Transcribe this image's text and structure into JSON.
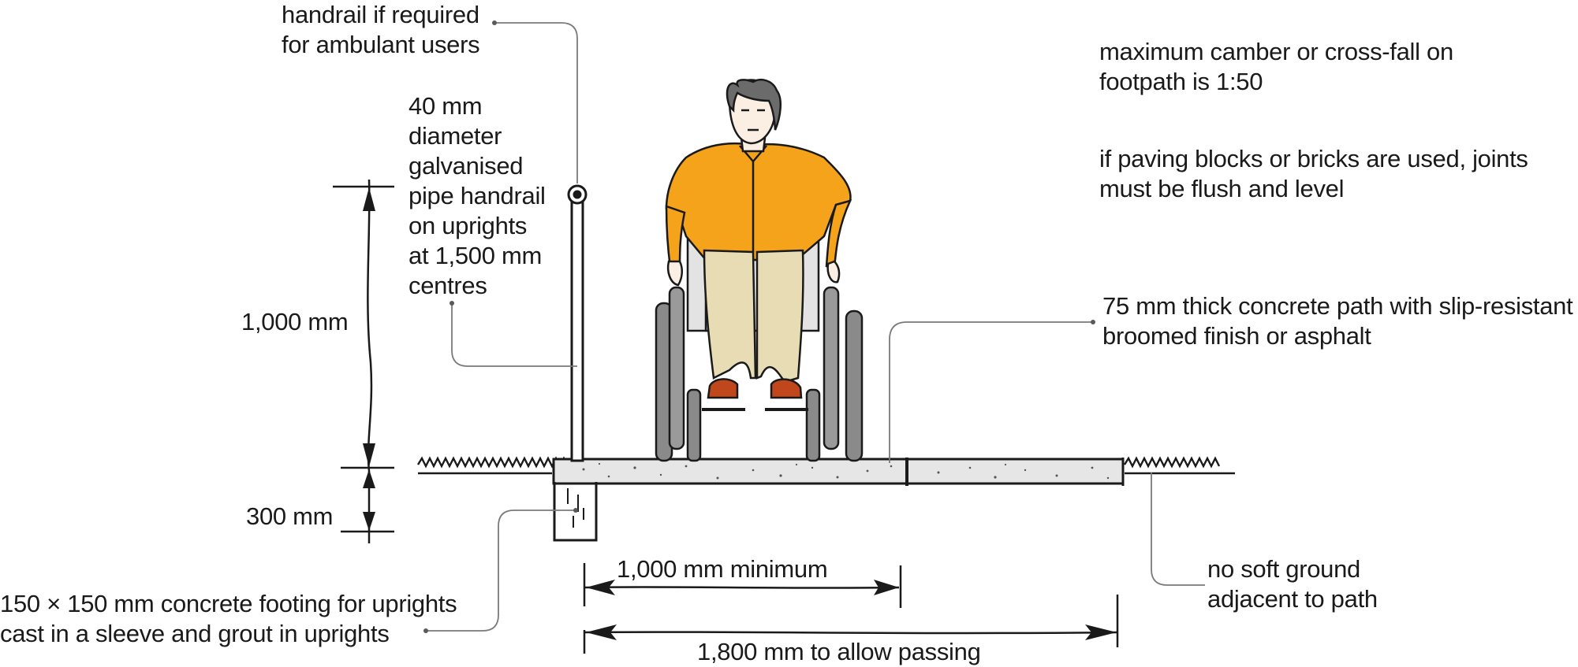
{
  "labels": {
    "handrail_required": "handrail if required\nfor ambulant users",
    "pipe_handrail": "40 mm\ndiameter\ngalvanised\npipe handrail\non uprights\nat 1,500 mm\ncentres",
    "height_1000": "1,000 mm",
    "depth_300": "300 mm",
    "footing": "150 × 150 mm concrete footing for uprights\ncast in a sleeve and grout in uprights",
    "camber": "maximum camber or cross-fall on\nfootpath is 1:50",
    "paving": "if paving blocks or bricks are used, joints\nmust be flush and level",
    "concrete_path": "75 mm thick concrete path with slip-resistant\nbroomed finish or asphalt",
    "soft_ground": "no soft ground\nadjacent to path",
    "min_width": "1,000 mm minimum",
    "passing_width": "1,800 mm to allow passing"
  },
  "colors": {
    "text": "#1a1a1a",
    "line": "#1a1a1a",
    "leader": "#7a7a7a",
    "concrete": "#e6e6e6",
    "shirt": "#f5a31a",
    "trousers": "#e8dcb5",
    "hair": "#6b6b6b",
    "skin": "#fbefe4",
    "shoes": "#c0471c",
    "wheel": "#8a8a8a",
    "grass_tip": "#c8d88a"
  }
}
